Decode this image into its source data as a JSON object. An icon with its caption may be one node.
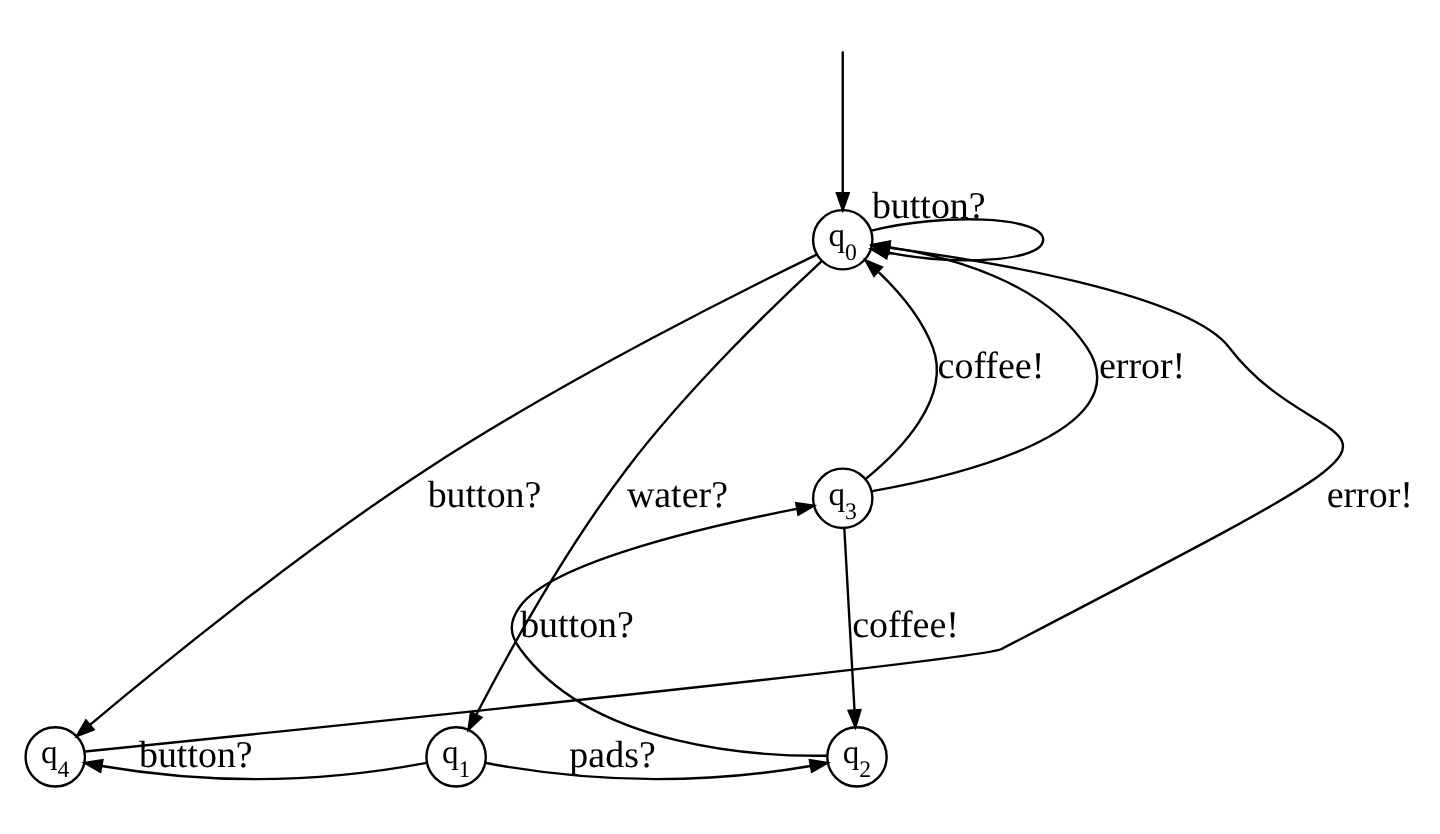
{
  "diagram": {
    "nodes": [
      {
        "text": [
          "q$_{0}$"
        ]
      },
      {
        "text": [
          "q$_{3}$"
        ]
      },
      {
        "text": [
          "q$_{4}$"
        ]
      },
      {
        "text": [
          "q$_{1}$"
        ]
      },
      {
        "text": [
          "q$_{2}$"
        ]
      }
    ],
    "edges": [
      {
        "from": null,
        "to": 0,
        "arrow": "to"
      },
      {
        "from": 0,
        "to": 0,
        "label": "button?",
        "arrow": "to"
      },
      {
        "from": 1,
        "to": 0,
        "label": "coffee!",
        "arrow": "to"
      },
      {
        "from": 1,
        "to": 0,
        "label": "error!",
        "arrow": "to"
      },
      {
        "from": 4,
        "to": 1,
        "label": "button?",
        "arrow": "to"
      },
      {
        "from": 1,
        "to": 4,
        "label": "coffee!",
        "arrow": "to"
      },
      {
        "from": 2,
        "to": 0,
        "label": "error!",
        "arrow": "to"
      },
      {
        "from": 0,
        "to": 2,
        "label": "button?",
        "arrow": "to"
      },
      {
        "from": 0,
        "to": 3,
        "label": "water?",
        "arrow": "to"
      },
      {
        "from": 3,
        "to": 2,
        "label": "button?",
        "arrow": "to"
      },
      {
        "from": 3,
        "to": 4,
        "label": "pads?",
        "arrow": "to"
      }
    ]
  }
}
